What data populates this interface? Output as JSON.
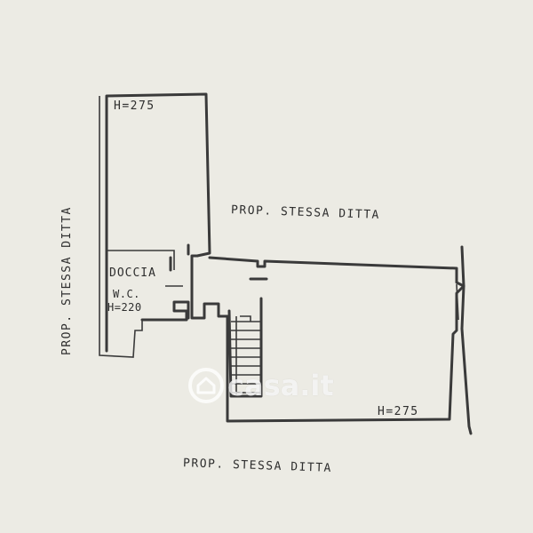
{
  "labels": {
    "height_upper": "H=275",
    "height_lower": "H=275",
    "bath_name": "DOCCIA",
    "bath_wc": "W.C.",
    "bath_height": "H=220",
    "prop_top": "PROP. STESSA DITTA",
    "prop_left": "PROP. STESSA DITTA",
    "prop_bottom": "PROP. STESSA DITTA"
  },
  "watermark": {
    "text": "casa.it",
    "icon": "house-icon"
  },
  "colors": {
    "paper": "#ecebe4",
    "ink": "#3a3a3a",
    "watermark": "#ffffff"
  }
}
